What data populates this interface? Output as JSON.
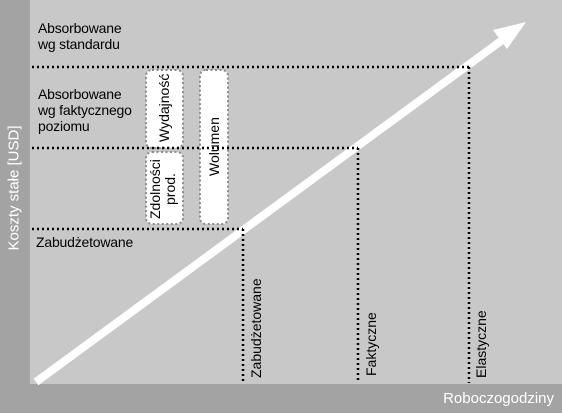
{
  "axes": {
    "y_label": "Koszty stałe [USD]",
    "x_label": "Roboczogodziny"
  },
  "horizontal_levels": {
    "standard": [
      "Absorbowane",
      "wg standardu"
    ],
    "actual": [
      "Absorbowane",
      "wg faktycznego",
      "poziomu"
    ],
    "budgeted": "Zabudżetowane"
  },
  "variances": {
    "efficiency": "Wydajność",
    "volume": "Wolumen",
    "capacity": [
      "Zdolności",
      "prod."
    ]
  },
  "vertical_levels": {
    "budgeted": "Zabudżetowane",
    "actual": "Faktyczne",
    "flexible": "Elastyczne"
  },
  "colors": {
    "panel": "#c8c8c8",
    "band": "#a3a3a3",
    "arrow": "#ffffff",
    "guide": "#000000"
  }
}
